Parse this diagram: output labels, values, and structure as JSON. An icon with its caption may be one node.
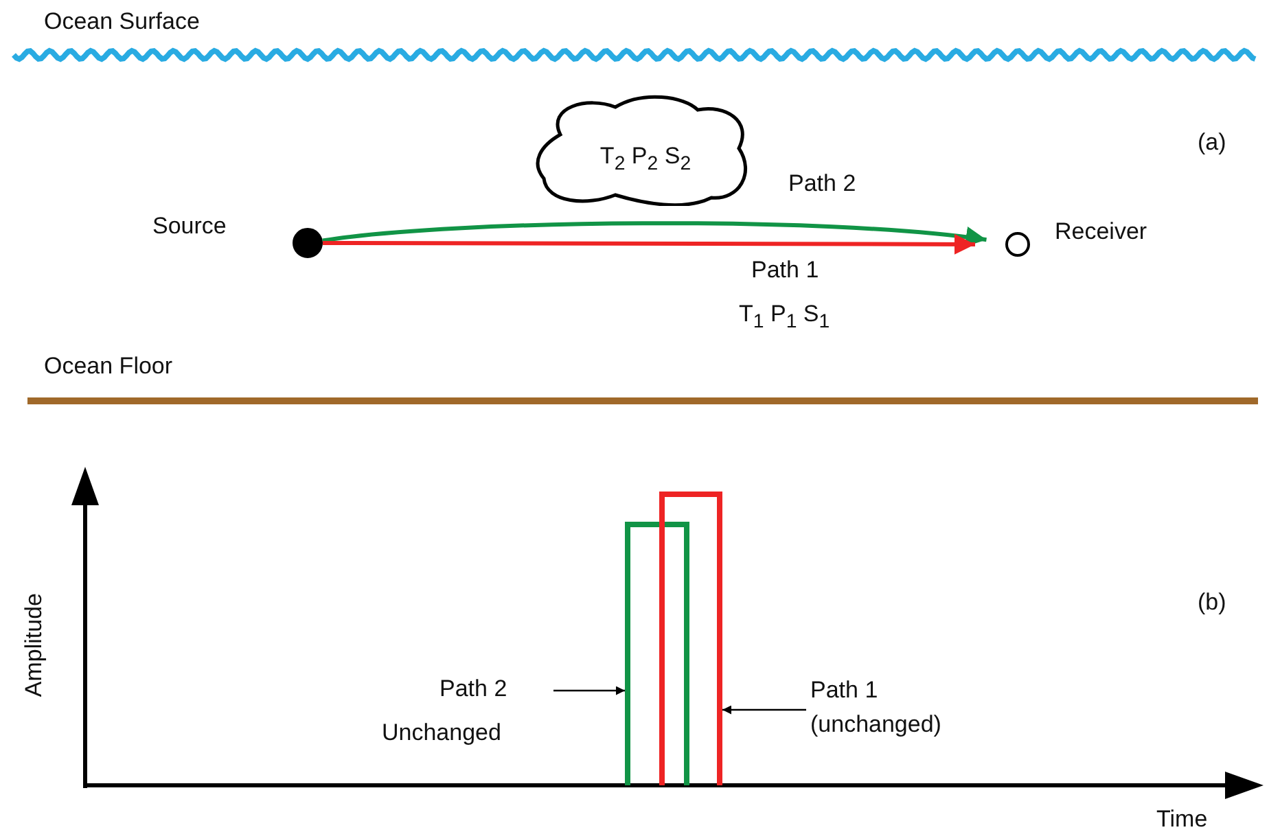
{
  "diagram": {
    "nodes": [
      {
        "text": [
          "T$_{2}$ P$_{2}$ S$_{2}$"
        ]
      },
      {
        "text": [],
        "shape": "circle",
        "beside": [
          "Source"
        ]
      },
      {
        "text": [],
        "shape": "circle",
        "beside": [
          "Receiver"
        ]
      },
      {
        "text": [],
        "shape": "bar"
      },
      {
        "text": [],
        "shape": "bar"
      },
      {
        "text": [
          "Path 2"
        ]
      },
      {
        "text": [
          "Path 1",
          "(unchanged)"
        ]
      }
    ],
    "edges": [
      {
        "from": 1,
        "to": 2,
        "arrow": "to",
        "label": "Path 2",
        "color": "#119446",
        "style": "thick"
      },
      {
        "from": 1,
        "to": 2,
        "arrow": "to",
        "label": "Path 1",
        "color": "#ee2424",
        "style": "thick"
      },
      {
        "from": 5,
        "to": 3,
        "arrow": "to"
      },
      {
        "from": 6,
        "to": 4,
        "arrow": "to"
      }
    ],
    "labels": [
      "Ocean Surface",
      "(a)",
      "T$_{1}$ P$_{1}$ S$_{1}$",
      "Ocean Floor",
      "Amplitude",
      "(b)",
      "Unchanged",
      "Time"
    ]
  }
}
